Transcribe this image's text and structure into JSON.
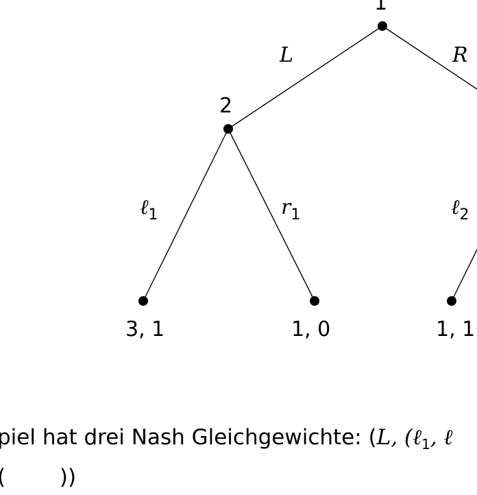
{
  "tree": {
    "nodes": {
      "root": "1",
      "player2": "2"
    },
    "edges": {
      "L": "L",
      "R": "R",
      "l1": "ℓ",
      "l1_sub": "1",
      "r1": "r",
      "r1_sub": "1",
      "l2": "ℓ",
      "l2_sub": "2"
    },
    "payoffs": [
      "3, 1",
      "1, 0",
      "1, 1"
    ]
  },
  "caption": {
    "line1": "piel hat drei Nash Gleichgewichte: (",
    "line1_math": "L, (ℓ",
    "line1_sub": "1",
    "line1_tail": ", ℓ",
    "line2": "(        ))"
  }
}
